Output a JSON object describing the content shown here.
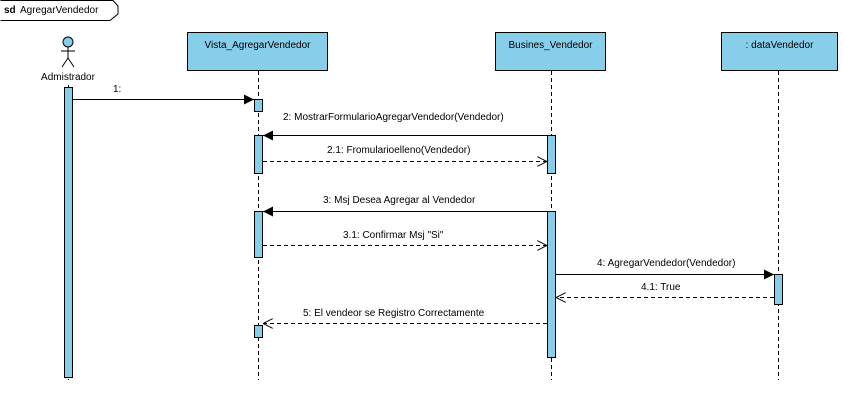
{
  "frame": {
    "keyword": "sd",
    "name": "AgregarVendedor"
  },
  "actor": {
    "name": "Admistrador"
  },
  "lifelines": [
    {
      "id": "vista",
      "name": "Vista_AgregarVendedor"
    },
    {
      "id": "busines",
      "name": "Busines_Vendedor"
    },
    {
      "id": "data",
      "name": ": dataVendedor"
    }
  ],
  "messages": [
    {
      "label": "1:",
      "kind": "sync"
    },
    {
      "label": "2: MostrarFormularioAgregarVendedor(Vendedor)",
      "kind": "sync"
    },
    {
      "label": "2.1: Fromularioelleno(Vendedor)",
      "kind": "return"
    },
    {
      "label": "3: Msj Desea Agregar al Vendedor",
      "kind": "sync"
    },
    {
      "label": "3.1:  Confirmar Msj \"Si\"",
      "kind": "return"
    },
    {
      "label": "4: AgregarVendedor(Vendedor)",
      "kind": "sync"
    },
    {
      "label": "4.1: True",
      "kind": "return"
    },
    {
      "label": "5: El vendeor se Registro Correctamente",
      "kind": "return"
    }
  ],
  "colors": {
    "fill": "#87ceeb",
    "stroke": "#000000",
    "frame_fill": "#ffffff"
  }
}
